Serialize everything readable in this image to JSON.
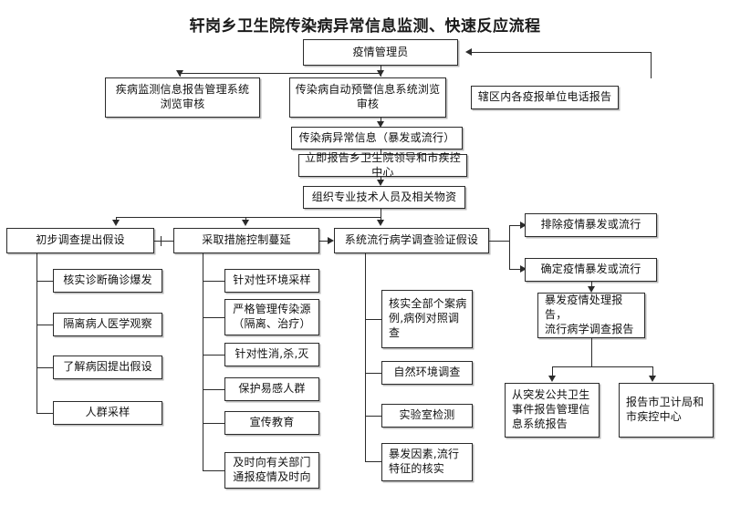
{
  "title": "轩岗乡卫生院传染病异常信息监测、快速反应流程",
  "nodes": {
    "manager": "疫情管理员",
    "phone_report": "辖区内各疫报单位电话报告",
    "disease_monitor_system": "疾病监测信息报告管理系统\n浏览审核",
    "auto_warning_system": "传染病自动预警信息系统浏览\n审核",
    "abnormal_info": "传染病异常信息（暴发或流行）",
    "report_leaders": "立即报告乡卫生院领导和市疾控中心",
    "organize_staff": "组织专业技术人员及相关物资",
    "col1_head": "初步调查提出假设",
    "col1_items": [
      "核实诊断确诊爆发",
      "隔离病人医学观察",
      "了解病因提出假设",
      "人群采样"
    ],
    "col2_head": "采取措施控制蔓延",
    "col2_items": [
      "针对性环境采样",
      "严格管理传染源\n（隔离、治疗）",
      "针对性消‚杀‚灭",
      "保护易感人群",
      "宣传教育",
      "及时向有关部门\n通报疫情及时向"
    ],
    "col3_head": "系统流行病学调查验证假设",
    "col3_items": [
      "核实全部个案病\n例‚病例对照调\n查",
      "自然环境调查",
      "实验室检测",
      "暴发因素‚流行\n特征的核实"
    ],
    "exclude_outbreak": "排除疫情暴发或流行",
    "confirm_outbreak": "确定疫情暴发或流行",
    "handling_report": "暴发疫情处理报告，\n流行病学调查报告",
    "emergency_system_report": "从突发公共卫生\n事件报告管理信\n息系统报告",
    "city_bureau_report": "报告市卫计局和\n市疾控中心"
  },
  "colors": {
    "line": "#2b2b2b",
    "shadow": "#b9b9b9",
    "text": "#111111",
    "background": "#ffffff"
  }
}
